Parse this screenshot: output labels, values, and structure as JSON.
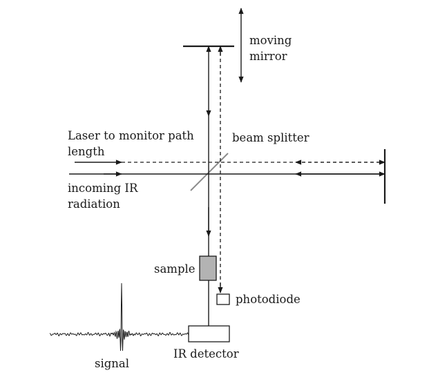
{
  "labels": {
    "moving_mirror_1": "moving",
    "moving_mirror_2": "mirror",
    "laser_1": "Laser to monitor path",
    "laser_2": "length",
    "beam_splitter": "beam splitter",
    "incoming_1": "incoming IR",
    "incoming_2": "radiation",
    "sample": "sample",
    "photodiode": "photodiode",
    "ir_detector": "IR detector",
    "signal": "signal"
  },
  "colors": {
    "line": "#1a1a1a",
    "beam_splitter": "#8c8c8c",
    "sample_fill": "#b3b3b3"
  }
}
